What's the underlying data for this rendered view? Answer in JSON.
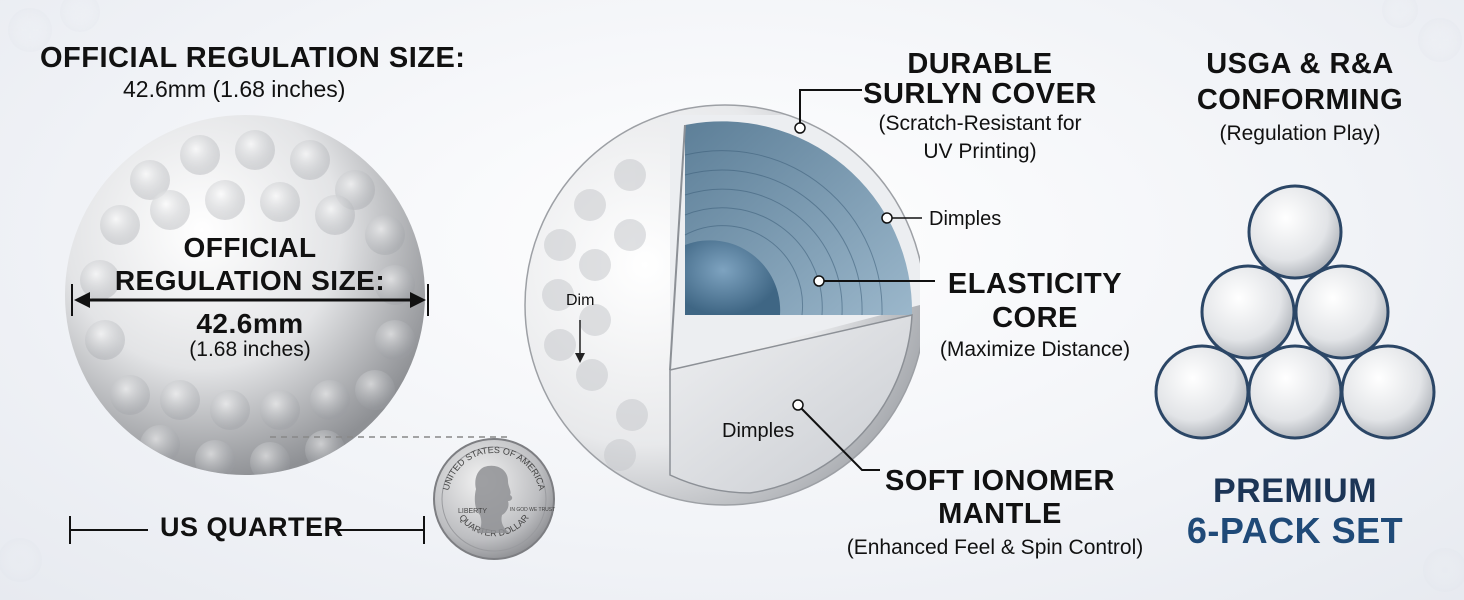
{
  "left": {
    "title": "OFFICIAL REGULATION SIZE:",
    "subtitle": "42.6mm (1.68 inches)",
    "ball_label": {
      "line1": "OFFICIAL",
      "line2": "REGULATION SIZE:",
      "line3": "42.6mm",
      "line4": "(1.68 inches)"
    },
    "quarter_label": "US QUARTER",
    "coin_text": {
      "top": "UNITED STATES OF AMERICA",
      "liberty": "LIBERTY",
      "motto": "IN GOD WE TRUST",
      "bottom": "QUARTER DOLLAR"
    }
  },
  "center": {
    "cover": {
      "title_line1": "DURABLE",
      "title_line2": "SURLYN COVER",
      "sub_line1": "(Scratch-Resistant for",
      "sub_line2": "UV Printing)"
    },
    "dimples_right": "Dimples",
    "core": {
      "title_line1": "ELASTICITY",
      "title_line2": "CORE",
      "sub": "(Maximize Distance)"
    },
    "dim_label": "Dim",
    "dimples_inner": "Dimples",
    "mantle": {
      "title_line1": "SOFT IONOMER",
      "title_line2": "MANTLE",
      "sub": "(Enhanced Feel & Spin Control)"
    }
  },
  "right": {
    "title_line1": "USGA & R&A",
    "title_line2": "CONFORMING",
    "sub": "(Regulation Play)",
    "premium_line1": "PREMIUM",
    "premium_line2": "6-PACK SET"
  },
  "colors": {
    "navy": "#1c3556",
    "core_blue": "#5f88a6",
    "cutaway_blue": "#8eaec4",
    "ring_navy": "#2b4666"
  }
}
